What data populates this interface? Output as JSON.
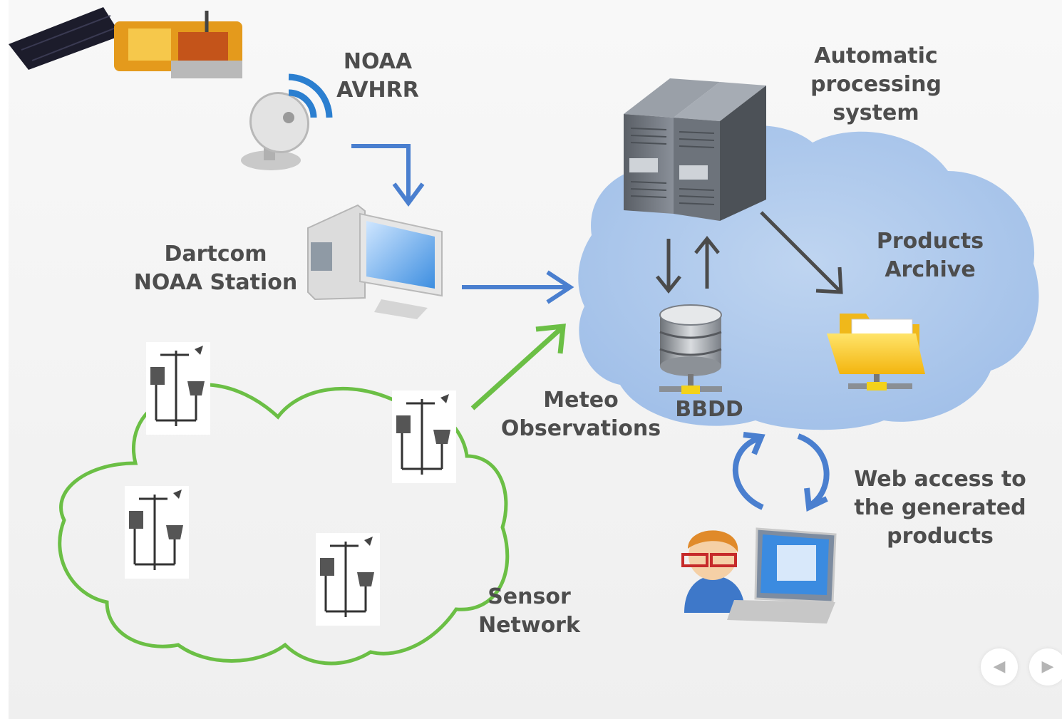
{
  "labels": {
    "noaa": [
      "NOAA",
      "AVHRR"
    ],
    "station": [
      "Dartcom",
      "NOAA Station"
    ],
    "processing": [
      "Automatic",
      "processing",
      "system"
    ],
    "archive": [
      "Products",
      "Archive"
    ],
    "bbdd": "BBDD",
    "meteo": [
      "Meteo",
      "Observations"
    ],
    "web": [
      "Web access to",
      "the generated",
      "products"
    ],
    "sensor": [
      "Sensor",
      "Network"
    ]
  },
  "nav": {
    "prev_icon": "◀",
    "next_icon": "▶"
  },
  "colors": {
    "blue_arrow": "#4a7fcf",
    "green": "#6bbf45",
    "dark_arrow": "#4b4b4b",
    "cloud": "#a6c4ea",
    "text": "#4d4d4d"
  },
  "icons": [
    "satellite-icon",
    "satellite-dish-icon",
    "computer-icon",
    "server-icon",
    "database-icon",
    "folder-icon",
    "user-laptop-icon",
    "weather-station-icon"
  ]
}
